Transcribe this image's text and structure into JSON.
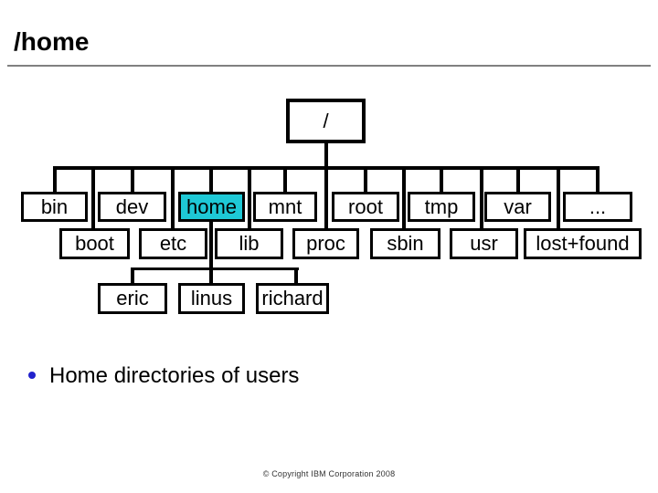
{
  "slide": {
    "title": "/home",
    "bullet_text": "Home directories of users",
    "footer": "© Copyright IBM Corporation 2008"
  },
  "tree": {
    "root": "/",
    "highlighted_node": "home",
    "row_a": [
      "bin",
      "dev",
      "home",
      "mnt",
      "root",
      "tmp",
      "var",
      "..."
    ],
    "row_b": [
      "boot",
      "etc",
      "lib",
      "proc",
      "sbin",
      "usr",
      "lost+found"
    ],
    "home_children": [
      "eric",
      "linus",
      "richard"
    ]
  },
  "colors": {
    "highlight": "#1EC8D6",
    "bullet": "#2222CC",
    "rule": "#808080",
    "line": "#000000"
  }
}
